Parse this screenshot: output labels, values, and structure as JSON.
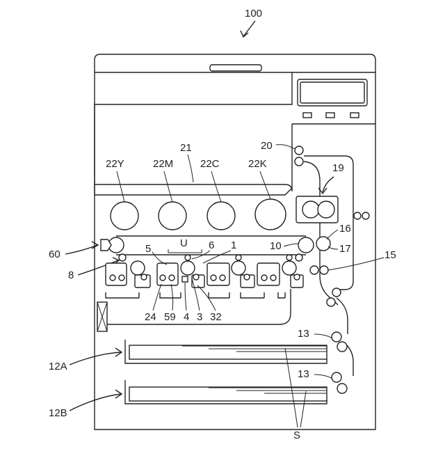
{
  "labels": {
    "device": "100",
    "transfer_belt": "21",
    "toner_y": "22Y",
    "toner_m": "22M",
    "toner_c": "22C",
    "toner_k": "22K",
    "exit_rollers": "20",
    "fixing_unit": "19",
    "fixing_16": "16",
    "fixing_17": "17",
    "secondary_transfer": "10",
    "feed_path": "15",
    "sensor": "60",
    "belt_roller": "8",
    "charger": "5",
    "unit": "U",
    "cleaner": "6",
    "drum": "1",
    "developer": "24",
    "blade": "59",
    "exposure": "4",
    "photoreceptor": "3",
    "primary_transfer": "32",
    "pickup_upper": "13",
    "pickup_lower": "13",
    "tray_upper": "12A",
    "tray_lower": "12B",
    "sheets": "S"
  }
}
